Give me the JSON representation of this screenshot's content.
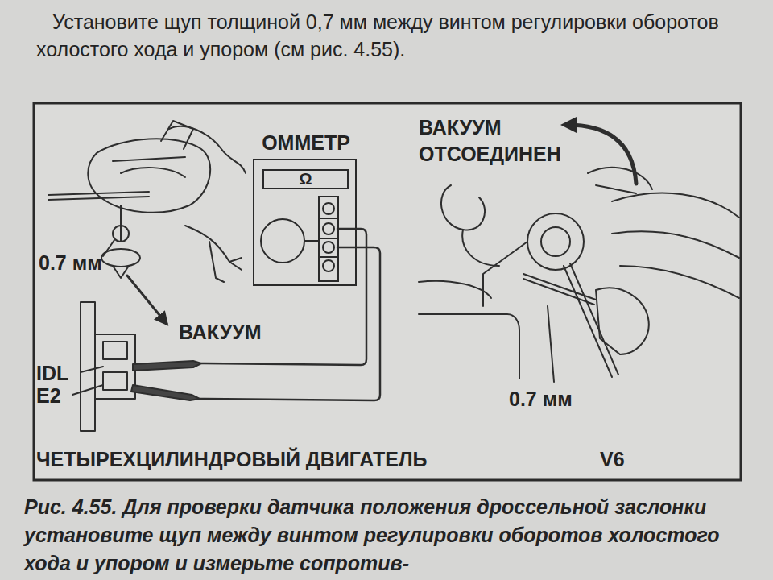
{
  "diagram": {
    "caption": "Рис. 4.55. Для проверки датчика положения дроссельной заслонки установите щуп между винтом регулировки оборотов холостого хода и упором и измерьте сопротив-",
    "nodes": [
      {
        "text": [
          "ОММЕТР",
          "Ω"
        ]
      }
    ],
    "labels": [
      "Установите щуп толщиной 0,7 мм между винтом регулировки оборотов холостого хода и упором (см рис. 4.55).",
      "ВАКУУМ ОТСОЕДИНЕН",
      "0.7 мм",
      "ВАКУУМ",
      "IDL",
      "E2",
      "0.7 мм",
      "ЧЕТЫРЕХЦИЛИНДРОВЫЙ ДВИГАТЕЛЬ",
      "V6"
    ]
  }
}
